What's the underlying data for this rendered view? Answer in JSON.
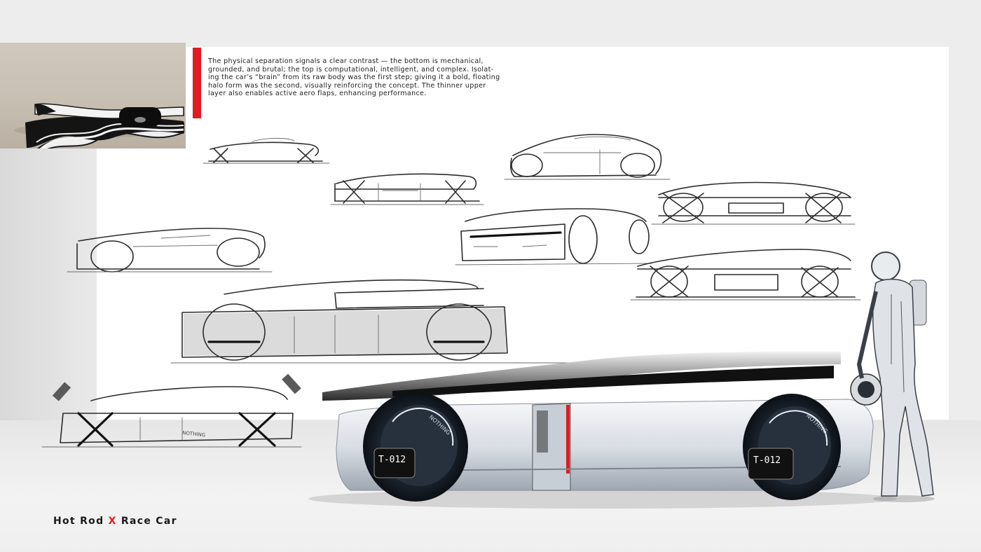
{
  "description": {
    "text": "The physical separation signals a clear contrast — the bottom is mechanical, grounded, and brutal; the top is computational, intelligent, and complex. Isolat- ing the car’s “brain” from its raw body was the first step; giving it a bold, floating halo form was the second, visually reinforcing the concept. The thinner upper layer also enables active aero flaps, enhancing performance."
  },
  "caption": {
    "part1": "Hot Rod",
    "separator": "X",
    "part2": "Race Car"
  },
  "vehicle": {
    "brand_text": "NOTHING",
    "model_code": "T-012"
  },
  "colors": {
    "accent": "#e01b22",
    "paper": "#ffffff",
    "background": "#ededed"
  }
}
